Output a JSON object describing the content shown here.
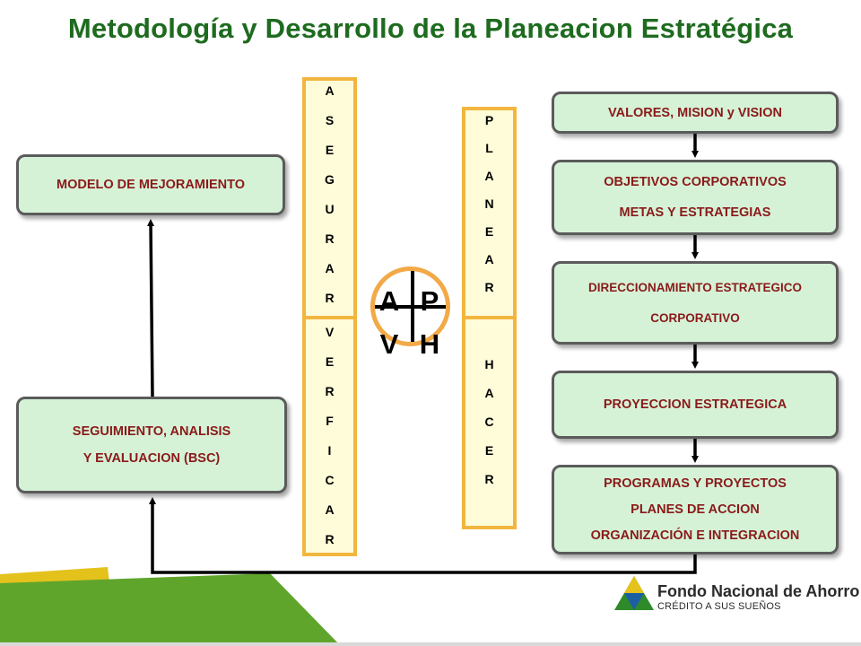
{
  "title": "Metodología y Desarrollo de la Planeacion Estratégica",
  "left_boxes": {
    "modelo": "MODELO DE MEJORAMIENTO",
    "seguimiento": [
      "SEGUIMIENTO, ANALISIS",
      "Y EVALUACION (BSC)"
    ]
  },
  "columns": {
    "asegurar": [
      "A",
      "S",
      "E",
      "G",
      "U",
      "R",
      "A",
      "R"
    ],
    "verificar": [
      "V",
      "E",
      "R",
      "F",
      "I",
      "C",
      "A",
      "R"
    ],
    "planear": [
      "P",
      "L",
      "A",
      "N",
      "E",
      "A",
      "R"
    ],
    "hacer": [
      "H",
      "A",
      "C",
      "E",
      "R"
    ]
  },
  "cycle": {
    "a": "A",
    "p": "P",
    "v": "V",
    "h": "H"
  },
  "right_boxes": {
    "valores": [
      "VALORES, MISION y VISION"
    ],
    "objetivos": [
      "OBJETIVOS CORPORATIVOS",
      "METAS Y ESTRATEGIAS"
    ],
    "direccionamiento": [
      "DIRECCIONAMIENTO  ESTRATEGICO",
      "CORPORATIVO"
    ],
    "proyeccion": [
      "PROYECCION ESTRATEGICA"
    ],
    "programas": [
      "PROGRAMAS Y PROYECTOS",
      "PLANES DE ACCION",
      "ORGANIZACIÓN E INTEGRACION"
    ]
  },
  "logo": {
    "name": "Fondo Nacional de Ahorro",
    "tagline": "CRÉDITO A SUS SUEÑOS"
  },
  "colors": {
    "title": "#1e6b1f",
    "box_fill": "#d5f2d7",
    "box_text": "#8b1a1a",
    "column_border": "#f2b640",
    "column_fill": "#fffcd9",
    "cycle_ring": "#f2a947",
    "band_green": "#5fa52c",
    "band_yellow": "#e8c21a"
  }
}
